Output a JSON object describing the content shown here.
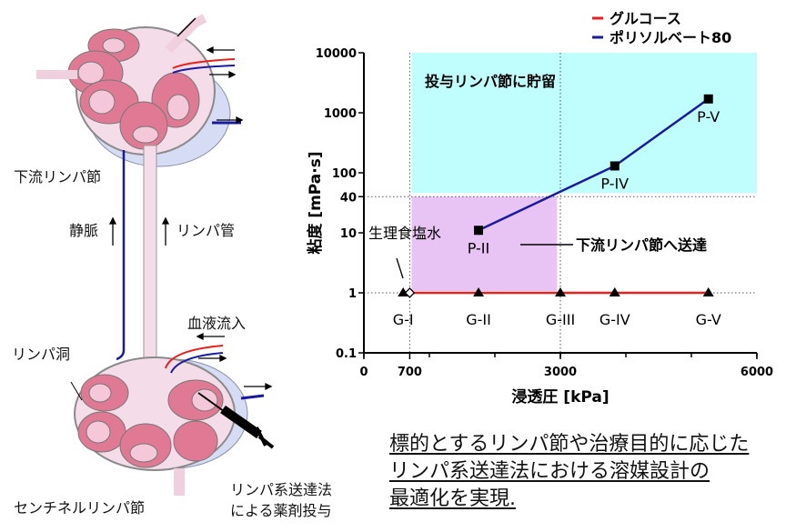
{
  "diagram": {
    "downstream_node": "下流リンパ節",
    "vein": "静脈",
    "lymph_vessel": "リンパ管",
    "blood_inflow": "血液流入",
    "lymph_sinus": "リンパ洞",
    "sentinel_node": "センチネルリンパ節",
    "delivery_line1": "リンパ系送達法",
    "delivery_line2": "による薬剤投与"
  },
  "conclusion": [
    "標的とするリンパ節や治療目的に応じた",
    "リンパ系送達法における溶媒設計の",
    "最適化を実現."
  ],
  "colors": {
    "glucose": "#e8201e",
    "polysorbate": "#1a1aa0",
    "retain_region": "#c0fdfd",
    "transfer_region": "#e8c4f4"
  },
  "chart_data": {
    "type": "line",
    "xlabel": "浸透圧 [kPa]",
    "ylabel": "粘度 [mPa·s]",
    "xlim": [
      0,
      6000
    ],
    "ylim": [
      0.1,
      10000
    ],
    "yscale": "log",
    "xticks": [
      0,
      700,
      3000,
      6000
    ],
    "yticks": [
      0.1,
      1,
      10,
      40,
      100,
      1000,
      10000
    ],
    "ytick_labels": [
      "0.1",
      "1",
      "10",
      "40",
      "100",
      "1000",
      "10000"
    ],
    "legend_position": "top-right",
    "series": [
      {
        "name": "グルコース",
        "color": "#e8201e",
        "marker": "triangle",
        "points": [
          {
            "label": "G-I",
            "x": 600,
            "y": 1
          },
          {
            "label": "G-II",
            "x": 1750,
            "y": 1
          },
          {
            "label": "G-III",
            "x": 3000,
            "y": 1
          },
          {
            "label": "G-IV",
            "x": 3830,
            "y": 1
          },
          {
            "label": "G-V",
            "x": 5260,
            "y": 1
          }
        ]
      },
      {
        "name": "ポリソルベート80",
        "color": "#1a1aa0",
        "marker": "square",
        "points": [
          {
            "label": "P-II",
            "x": 1750,
            "y": 11
          },
          {
            "label": "P-IV",
            "x": 3830,
            "y": 130
          },
          {
            "label": "P-V",
            "x": 5260,
            "y": 1700
          }
        ]
      }
    ],
    "reference": {
      "label": "生理食塩水",
      "x": 700,
      "y": 1
    },
    "regions": [
      {
        "label": "投与リンパ節に貯留",
        "x": [
          700,
          6000
        ],
        "y": [
          40,
          10000
        ]
      },
      {
        "label": "下流リンパ節へ送達",
        "x": [
          700,
          2950
        ],
        "y": [
          1,
          40
        ]
      }
    ],
    "guides": {
      "x": [
        700,
        3000
      ],
      "y": [
        1,
        40
      ]
    }
  }
}
